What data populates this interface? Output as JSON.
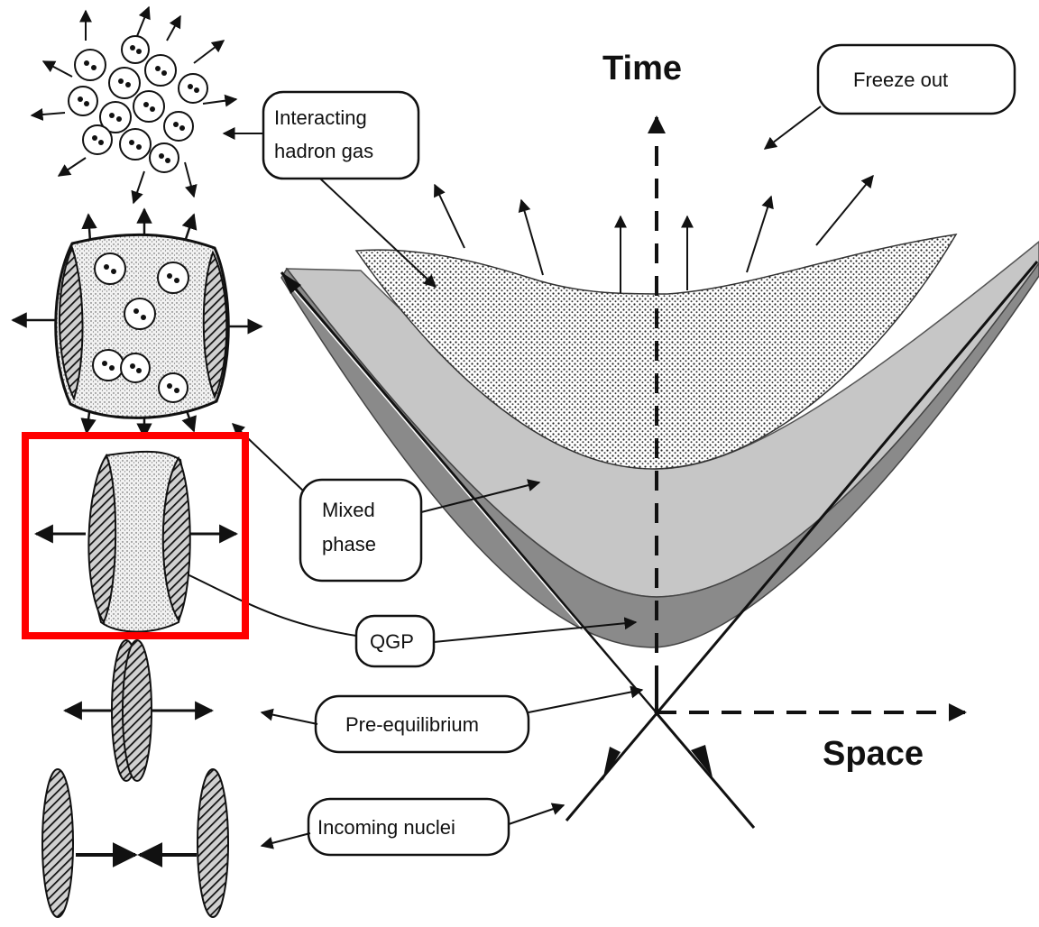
{
  "axes": {
    "time_label": "Time",
    "space_label": "Space"
  },
  "labels": {
    "freeze_out": "Freeze out",
    "hadron_gas_line1": "Interacting",
    "hadron_gas_line2": "hadron gas",
    "mixed_line1": "Mixed",
    "mixed_line2": "phase",
    "qgp": "QGP",
    "pre_equilibrium": "Pre-equilibrium",
    "incoming_nuclei": "Incoming nuclei"
  },
  "highlight": {
    "color": "#ff0000",
    "target": "qgp-stage-illustration"
  },
  "colors": {
    "mixed_phase": "#c6c6c6",
    "qgp": "#8a8a8a",
    "hadron_gas": "#d8d8d8",
    "nucleus": "#333333"
  }
}
